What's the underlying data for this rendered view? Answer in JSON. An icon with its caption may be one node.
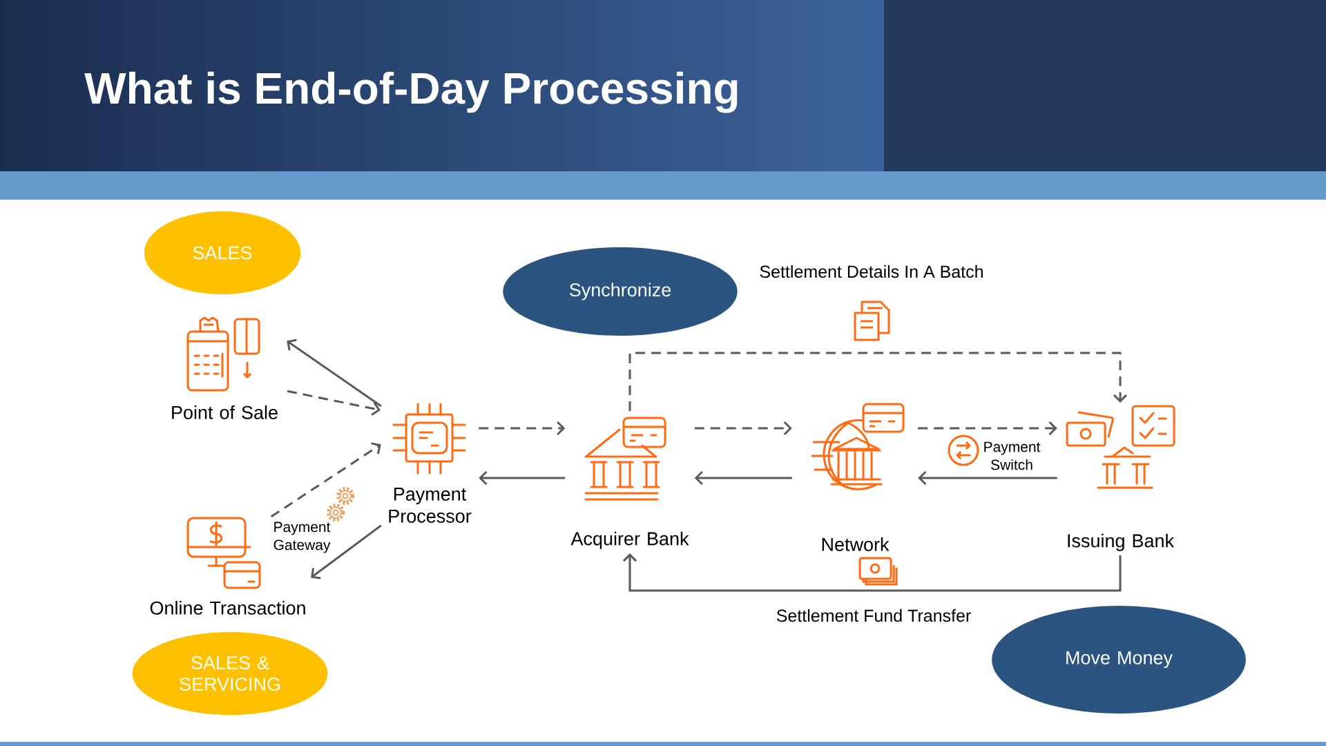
{
  "diagram": {
    "title": "What is End-of-Day Processing",
    "nodes": [
      {
        "text": [
          "SALES"
        ]
      },
      {
        "text": [
          "Point of Sale"
        ]
      },
      {
        "text": [
          "Online Transaction"
        ]
      },
      {
        "text": [
          "SALES & SERVICING"
        ]
      },
      {
        "text": [
          "Payment Processor"
        ]
      },
      {
        "text": [
          "Synchronize"
        ]
      },
      {
        "text": [
          "Acquirer Bank"
        ]
      },
      {
        "text": [
          "Network"
        ]
      },
      {
        "text": [
          "Issuing Bank"
        ]
      },
      {
        "text": [
          "Move Money"
        ]
      }
    ],
    "edges": [
      {
        "from": 1,
        "to": 4,
        "arrow": "to",
        "style": "dashed"
      },
      {
        "from": 4,
        "to": 1,
        "arrow": "to"
      },
      {
        "from": 2,
        "to": 4,
        "arrow": "to",
        "style": "dashed"
      },
      {
        "from": 4,
        "to": 2,
        "arrow": "to"
      },
      {
        "from": 4,
        "to": 6,
        "arrow": "to",
        "style": "dashed"
      },
      {
        "from": 6,
        "to": 4,
        "arrow": "to"
      },
      {
        "from": 6,
        "to": 7,
        "arrow": "to",
        "style": "dashed"
      },
      {
        "from": 7,
        "to": 6,
        "arrow": "to"
      },
      {
        "from": 7,
        "to": 8,
        "arrow": "to",
        "style": "dashed"
      },
      {
        "from": 8,
        "to": 7,
        "arrow": "to"
      },
      {
        "from": 6,
        "to": 8,
        "arrow": "to",
        "style": "dashed",
        "label": "Settlement Details In A Batch"
      },
      {
        "from": 8,
        "to": 6,
        "arrow": "to",
        "label": "Settlement Fund Transfer"
      }
    ],
    "labels": [
      "Payment Gateway",
      "Payment Switch"
    ]
  }
}
